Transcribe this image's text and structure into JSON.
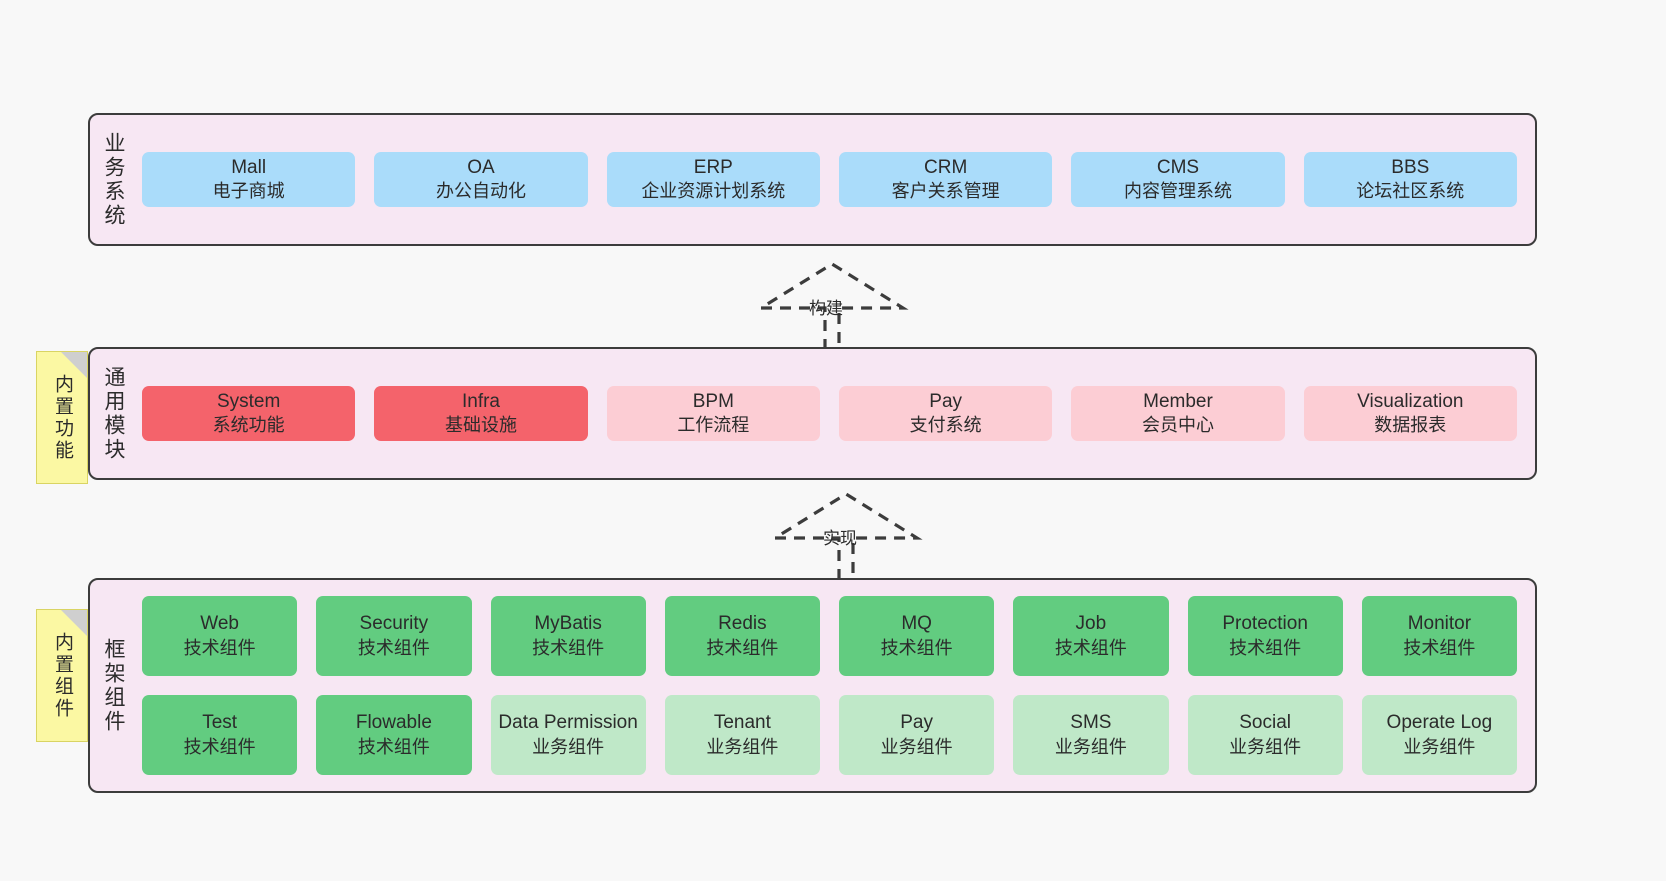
{
  "diagram": {
    "background": "#f8f8f8",
    "layer_fill": "#f7e7f3",
    "layer_border": "#3c3c3c",
    "colors": {
      "business": "#aadcfa",
      "module_core": "#f4636b",
      "module_optional": "#fccdd4",
      "tech_component": "#62cc80",
      "biz_component": "#bfe8c8",
      "note": "#fbf8a3",
      "connector": "#3c3c3c"
    }
  },
  "layers": {
    "business": {
      "title": "业务系统",
      "nodes": [
        {
          "en": "Mall",
          "cn": "电子商城"
        },
        {
          "en": "OA",
          "cn": "办公自动化"
        },
        {
          "en": "ERP",
          "cn": "企业资源计划系统"
        },
        {
          "en": "CRM",
          "cn": "客户关系管理"
        },
        {
          "en": "CMS",
          "cn": "内容管理系统"
        },
        {
          "en": "BBS",
          "cn": "论坛社区系统"
        }
      ]
    },
    "modules": {
      "title": "通用模块",
      "note": "内置功能",
      "nodes": [
        {
          "en": "System",
          "cn": "系统功能",
          "style": "red"
        },
        {
          "en": "Infra",
          "cn": "基础设施",
          "style": "red"
        },
        {
          "en": "BPM",
          "cn": "工作流程",
          "style": "pink"
        },
        {
          "en": "Pay",
          "cn": "支付系统",
          "style": "pink"
        },
        {
          "en": "Member",
          "cn": "会员中心",
          "style": "pink"
        },
        {
          "en": "Visualization",
          "cn": "数据报表",
          "style": "pink"
        }
      ]
    },
    "framework": {
      "title": "框架组件",
      "note": "内置组件",
      "row1": [
        {
          "en": "Web",
          "cn": "技术组件"
        },
        {
          "en": "Security",
          "cn": "技术组件"
        },
        {
          "en": "MyBatis",
          "cn": "技术组件"
        },
        {
          "en": "Redis",
          "cn": "技术组件"
        },
        {
          "en": "MQ",
          "cn": "技术组件"
        },
        {
          "en": "Job",
          "cn": "技术组件"
        },
        {
          "en": "Protection",
          "cn": "技术组件"
        },
        {
          "en": "Monitor",
          "cn": "技术组件"
        }
      ],
      "row2": [
        {
          "en": "Test",
          "cn": "技术组件",
          "style": "green"
        },
        {
          "en": "Flowable",
          "cn": "技术组件",
          "style": "green"
        },
        {
          "en": "Data Permission",
          "cn": "业务组件",
          "style": "lightgreen"
        },
        {
          "en": "Tenant",
          "cn": "业务组件",
          "style": "lightgreen"
        },
        {
          "en": "Pay",
          "cn": "业务组件",
          "style": "lightgreen"
        },
        {
          "en": "SMS",
          "cn": "业务组件",
          "style": "lightgreen"
        },
        {
          "en": "Social",
          "cn": "业务组件",
          "style": "lightgreen"
        },
        {
          "en": "Operate Log",
          "cn": "业务组件",
          "style": "lightgreen"
        }
      ]
    }
  },
  "connectors": [
    {
      "label": "构建",
      "from": "modules",
      "to": "business"
    },
    {
      "label": "实现",
      "from": "framework",
      "to": "modules"
    }
  ]
}
